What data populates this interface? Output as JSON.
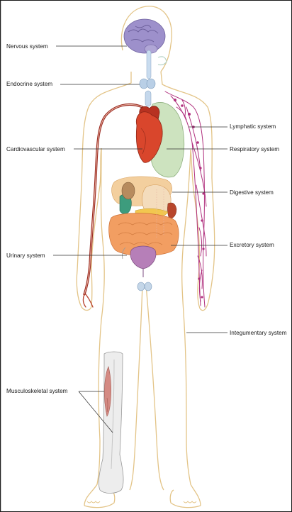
{
  "labels": {
    "nervous": "Nervous system",
    "endocrine": "Endocrine system",
    "cardiovascular": "Cardiovascular system",
    "urinary": "Urinary system",
    "musculoskeletal": "Musculoskeletal system",
    "lymphatic": "Lymphatic system",
    "respiratory": "Respiratory system",
    "digestive": "Digestive system",
    "excretory": "Excretory system",
    "integumentary": "Integumentary system"
  },
  "colors": {
    "skin_outline": "#e6c98a",
    "brain": "#9b8ec9",
    "endocrine": "#b9cfe6",
    "heart": "#d8452c",
    "artery": "#9c2b22",
    "lung": "#cfe3c0",
    "lymph": "#b0307e",
    "digestive": "#f2a35d",
    "bladder": "#b57fb8",
    "bone": "#ececec",
    "muscle": "#d48a83"
  },
  "icons": {
    "brain": "brain-icon",
    "heart": "heart-icon",
    "lungs": "lungs-icon",
    "bladder": "bladder-icon",
    "bone": "bone-icon"
  }
}
